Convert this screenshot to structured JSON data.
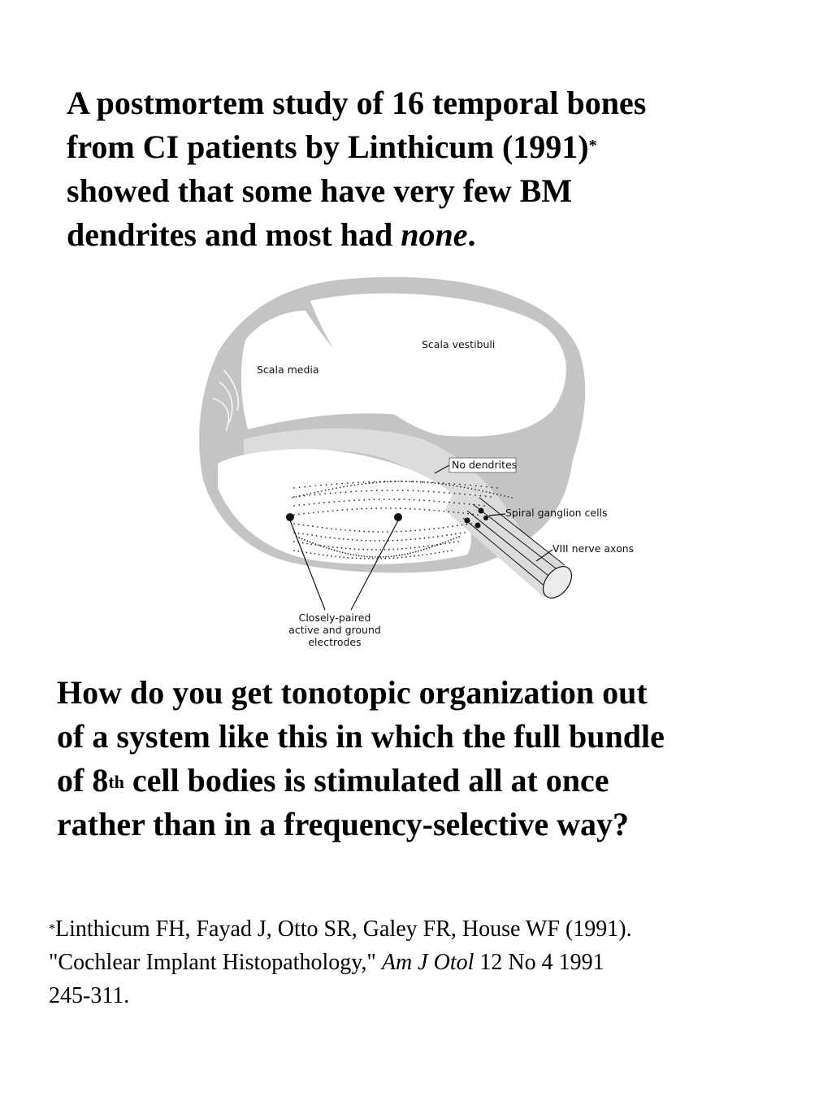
{
  "intro": {
    "line1": "A postmortem study of 16 temporal bones",
    "line2_pre": "from CI patients by Linthicum (1991)",
    "footnote_mark": "*",
    "line3": "showed that some have very few BM",
    "line4_pre": "dendrites and most had ",
    "line4_em": "none",
    "line4_post": "."
  },
  "diagram": {
    "labels": {
      "scala_vestibuli": "Scala vestibuli",
      "scala_media": "Scala media",
      "no_dendrites": "No dendrites",
      "spiral_ganglion": "Spiral ganglion cells",
      "nerve_axons": "VIII nerve axons",
      "electrodes_1": "Closely-paired",
      "electrodes_2": "active and ground",
      "electrodes_3": "electrodes"
    },
    "colors": {
      "tissue": "#c4c4c4",
      "membrane": "#dcdcdc",
      "lumen": "#ffffff",
      "ink": "#111111"
    }
  },
  "question": {
    "line1": "How do you get tonotopic organization out",
    "line2": "of a system like this in which the full bundle",
    "line3_pre": "of 8",
    "line3_sup": "th",
    "line3_post": " cell bodies is stimulated all at once",
    "line4": "rather than in a frequency-selective way?"
  },
  "reference": {
    "mark": "*",
    "line1": "Linthicum FH, Fayad J, Otto SR, Galey FR, House WF (1991).",
    "line2_pre": "\"Cochlear Implant Histopathology,\" ",
    "journal": "Am J Otol",
    "line2_post": " 12 No 4 1991",
    "line3": "245-311."
  }
}
